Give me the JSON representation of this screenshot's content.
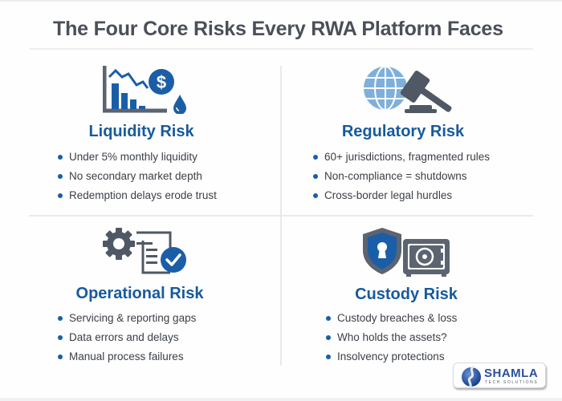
{
  "title": "The Four Core Risks Every RWA Platform Faces",
  "colors": {
    "title_text": "#4a4f58",
    "accent_blue": "#175a9c",
    "icon_gray": "#5b6470",
    "icon_light_blue": "#7fb0db",
    "bullet_dot": "#1b5ea8",
    "body_text": "#3a3f47",
    "divider": "#e8e9ec"
  },
  "cards": [
    {
      "id": "liquidity",
      "icon": "declining-chart-dollar-drop-icon",
      "title": "Liquidity Risk",
      "bullets": [
        "Under 5% monthly liquidity",
        "No secondary market depth",
        "Redemption delays erode trust"
      ]
    },
    {
      "id": "regulatory",
      "icon": "globe-gavel-icon",
      "title": "Regulatory Risk",
      "bullets": [
        "60+ jurisdictions, fragmented rules",
        "Non-compliance = shutdowns",
        "Cross-border legal hurdles"
      ]
    },
    {
      "id": "operational",
      "icon": "gear-document-check-icon",
      "title": "Operational Risk",
      "bullets": [
        "Servicing & reporting gaps",
        "Data errors and delays",
        "Manual process failures"
      ]
    },
    {
      "id": "custody",
      "icon": "shield-keyhole-safe-icon",
      "title": "Custody Risk",
      "bullets": [
        "Custody breaches & loss",
        "Who holds the assets?",
        "Insolvency protections"
      ]
    }
  ],
  "logo": {
    "name": "SHAMLA",
    "tagline": "TECH SOLUTIONS"
  }
}
